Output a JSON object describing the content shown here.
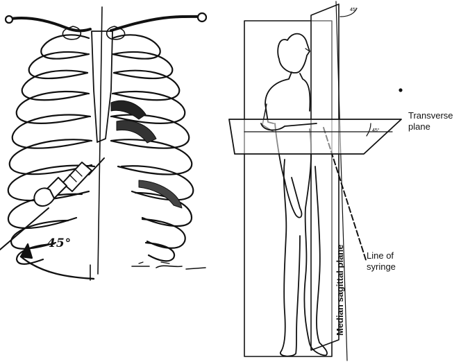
{
  "ribcage": {
    "angle_label": "45°"
  },
  "body": {
    "top_angle_label": "45°",
    "side_angle_label": "45°",
    "transverse_label_1": "Transverse",
    "transverse_label_2": "plane",
    "syringe_label_1": "Line of",
    "syringe_label_2": "syringe",
    "sagittal_label": "Median sagittal plane"
  }
}
